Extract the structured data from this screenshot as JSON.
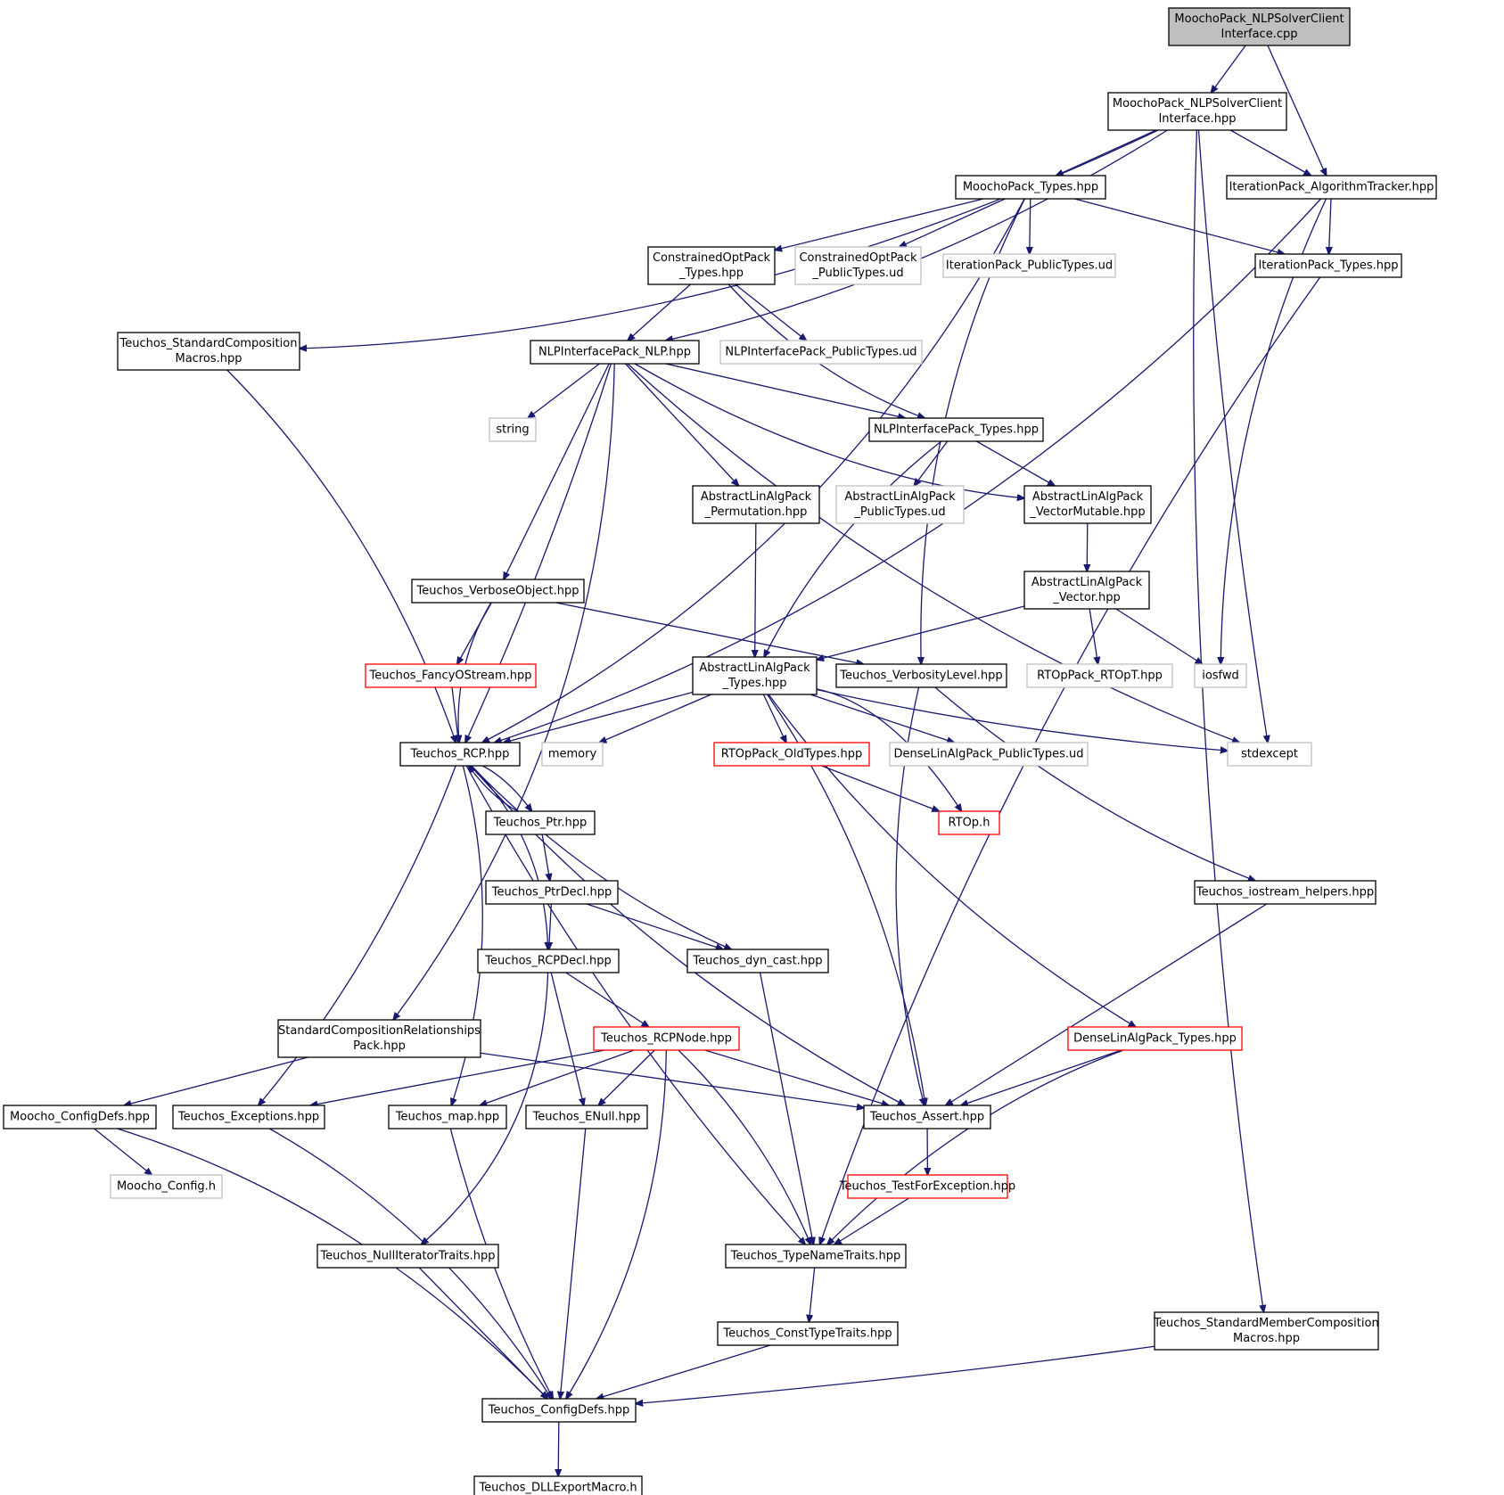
{
  "colors": {
    "edge": "#191970",
    "root_fill": "#bfbfbf",
    "node_border": "#000000",
    "missing_border": "#bfbfbf",
    "truncated_border": "#ff0000"
  },
  "nodes": [
    {
      "id": "n_root",
      "lines": [
        "MoochoPack_NLPSolverClient",
        "Interface.cpp"
      ],
      "type": "root"
    },
    {
      "id": "n_iface",
      "lines": [
        "MoochoPack_NLPSolverClient",
        "Interface.hpp"
      ],
      "type": "normal"
    },
    {
      "id": "n_mtypes",
      "lines": [
        "MoochoPack_Types.hpp"
      ],
      "type": "normal"
    },
    {
      "id": "n_algtracker",
      "lines": [
        "IterationPack_AlgorithmTracker.hpp"
      ],
      "type": "normal"
    },
    {
      "id": "n_cotypes",
      "lines": [
        "ConstrainedOptPack",
        "_Types.hpp"
      ],
      "type": "normal"
    },
    {
      "id": "n_copublic",
      "lines": [
        "ConstrainedOptPack",
        "_PublicTypes.ud"
      ],
      "type": "missing"
    },
    {
      "id": "n_ippublic",
      "lines": [
        "IterationPack_PublicTypes.ud"
      ],
      "type": "missing"
    },
    {
      "id": "n_iptypes",
      "lines": [
        "IterationPack_Types.hpp"
      ],
      "type": "normal"
    },
    {
      "id": "n_stdcomp",
      "lines": [
        "Teuchos_StandardComposition",
        "Macros.hpp"
      ],
      "type": "normal"
    },
    {
      "id": "n_nlp",
      "lines": [
        "NLPInterfacePack_NLP.hpp"
      ],
      "type": "normal"
    },
    {
      "id": "n_nlppublic",
      "lines": [
        "NLPInterfacePack_PublicTypes.ud"
      ],
      "type": "missing"
    },
    {
      "id": "n_string",
      "lines": [
        "string"
      ],
      "type": "missing"
    },
    {
      "id": "n_nlptypes",
      "lines": [
        "NLPInterfacePack_Types.hpp"
      ],
      "type": "normal"
    },
    {
      "id": "n_perm",
      "lines": [
        "AbstractLinAlgPack",
        "_Permutation.hpp"
      ],
      "type": "normal"
    },
    {
      "id": "n_alapublic",
      "lines": [
        "AbstractLinAlgPack",
        "_PublicTypes.ud"
      ],
      "type": "missing"
    },
    {
      "id": "n_vecmut",
      "lines": [
        "AbstractLinAlgPack",
        "_VectorMutable.hpp"
      ],
      "type": "normal"
    },
    {
      "id": "n_verbobj",
      "lines": [
        "Teuchos_VerboseObject.hpp"
      ],
      "type": "normal"
    },
    {
      "id": "n_vector",
      "lines": [
        "AbstractLinAlgPack",
        "_Vector.hpp"
      ],
      "type": "normal"
    },
    {
      "id": "n_fancy",
      "lines": [
        "Teuchos_FancyOStream.hpp"
      ],
      "type": "truncated"
    },
    {
      "id": "n_alatypes",
      "lines": [
        "AbstractLinAlgPack",
        "_Types.hpp"
      ],
      "type": "normal"
    },
    {
      "id": "n_verblevel",
      "lines": [
        "Teuchos_VerbosityLevel.hpp"
      ],
      "type": "normal"
    },
    {
      "id": "n_rtopt",
      "lines": [
        "RTOpPack_RTOpT.hpp"
      ],
      "type": "missing"
    },
    {
      "id": "n_iosfwd",
      "lines": [
        "iosfwd"
      ],
      "type": "missing"
    },
    {
      "id": "n_rcp",
      "lines": [
        "Teuchos_RCP.hpp"
      ],
      "type": "normal"
    },
    {
      "id": "n_memory",
      "lines": [
        "memory"
      ],
      "type": "missing"
    },
    {
      "id": "n_rtopold",
      "lines": [
        "RTOpPack_OldTypes.hpp"
      ],
      "type": "truncated"
    },
    {
      "id": "n_denselapublic",
      "lines": [
        "DenseLinAlgPack_PublicTypes.ud"
      ],
      "type": "missing"
    },
    {
      "id": "n_stdexcept",
      "lines": [
        "stdexcept"
      ],
      "type": "missing"
    },
    {
      "id": "n_ptr",
      "lines": [
        "Teuchos_Ptr.hpp"
      ],
      "type": "normal"
    },
    {
      "id": "n_rtoph",
      "lines": [
        "RTOp.h"
      ],
      "type": "truncated"
    },
    {
      "id": "n_ptrdecl",
      "lines": [
        "Teuchos_PtrDecl.hpp"
      ],
      "type": "normal"
    },
    {
      "id": "n_iohelpers",
      "lines": [
        "Teuchos_iostream_helpers.hpp"
      ],
      "type": "normal"
    },
    {
      "id": "n_rcpdecl",
      "lines": [
        "Teuchos_RCPDecl.hpp"
      ],
      "type": "normal"
    },
    {
      "id": "n_dyncast",
      "lines": [
        "Teuchos_dyn_cast.hpp"
      ],
      "type": "normal"
    },
    {
      "id": "n_scrpack",
      "lines": [
        "StandardCompositionRelationships",
        "Pack.hpp"
      ],
      "type": "normal"
    },
    {
      "id": "n_rcpnode",
      "lines": [
        "Teuchos_RCPNode.hpp"
      ],
      "type": "truncated"
    },
    {
      "id": "n_denselatypes",
      "lines": [
        "DenseLinAlgPack_Types.hpp"
      ],
      "type": "truncated"
    },
    {
      "id": "n_mconfigdefs",
      "lines": [
        "Moocho_ConfigDefs.hpp"
      ],
      "type": "normal"
    },
    {
      "id": "n_exceptions",
      "lines": [
        "Teuchos_Exceptions.hpp"
      ],
      "type": "normal"
    },
    {
      "id": "n_map",
      "lines": [
        "Teuchos_map.hpp"
      ],
      "type": "normal"
    },
    {
      "id": "n_enull",
      "lines": [
        "Teuchos_ENull.hpp"
      ],
      "type": "normal"
    },
    {
      "id": "n_assert",
      "lines": [
        "Teuchos_Assert.hpp"
      ],
      "type": "normal"
    },
    {
      "id": "n_mconfigh",
      "lines": [
        "Moocho_Config.h"
      ],
      "type": "missing"
    },
    {
      "id": "n_testforexc",
      "lines": [
        "Teuchos_TestForException.hpp"
      ],
      "type": "truncated"
    },
    {
      "id": "n_nulliter",
      "lines": [
        "Teuchos_NullIteratorTraits.hpp"
      ],
      "type": "normal"
    },
    {
      "id": "n_typename",
      "lines": [
        "Teuchos_TypeNameTraits.hpp"
      ],
      "type": "normal"
    },
    {
      "id": "n_stdmember",
      "lines": [
        "Teuchos_StandardMemberComposition",
        "Macros.hpp"
      ],
      "type": "normal"
    },
    {
      "id": "n_consttype",
      "lines": [
        "Teuchos_ConstTypeTraits.hpp"
      ],
      "type": "normal"
    },
    {
      "id": "n_configdefs",
      "lines": [
        "Teuchos_ConfigDefs.hpp"
      ],
      "type": "normal"
    },
    {
      "id": "n_dllexport",
      "lines": [
        "Teuchos_DLLExportMacro.h"
      ],
      "type": "normal"
    }
  ],
  "edges": [
    [
      "n_root",
      "n_iface"
    ],
    [
      "n_root",
      "n_algtracker"
    ],
    [
      "n_iface",
      "n_mtypes"
    ],
    [
      "n_iface",
      "n_algtracker"
    ],
    [
      "n_iface",
      "n_stdcomp"
    ],
    [
      "n_iface",
      "n_nlp"
    ],
    [
      "n_iface",
      "n_stdexcept"
    ],
    [
      "n_iface",
      "n_stdmember"
    ],
    [
      "n_mtypes",
      "n_cotypes"
    ],
    [
      "n_mtypes",
      "n_copublic"
    ],
    [
      "n_mtypes",
      "n_ippublic"
    ],
    [
      "n_mtypes",
      "n_iptypes"
    ],
    [
      "n_mtypes",
      "n_rcp"
    ],
    [
      "n_mtypes",
      "n_verblevel"
    ],
    [
      "n_algtracker",
      "n_iptypes"
    ],
    [
      "n_algtracker",
      "n_rcp"
    ],
    [
      "n_algtracker",
      "n_iosfwd"
    ],
    [
      "n_iptypes",
      "n_typename"
    ],
    [
      "n_cotypes",
      "n_nlp"
    ],
    [
      "n_cotypes",
      "n_nlppublic"
    ],
    [
      "n_cotypes",
      "n_nlptypes"
    ],
    [
      "n_stdcomp",
      "n_rcp"
    ],
    [
      "n_nlp",
      "n_string"
    ],
    [
      "n_nlp",
      "n_nlptypes"
    ],
    [
      "n_nlp",
      "n_perm"
    ],
    [
      "n_nlp",
      "n_vecmut"
    ],
    [
      "n_nlp",
      "n_verbobj"
    ],
    [
      "n_nlp",
      "n_rcp"
    ],
    [
      "n_nlp",
      "n_scrpack"
    ],
    [
      "n_nlp",
      "n_stdexcept"
    ],
    [
      "n_nlptypes",
      "n_alapublic"
    ],
    [
      "n_nlptypes",
      "n_vecmut"
    ],
    [
      "n_nlptypes",
      "n_alatypes"
    ],
    [
      "n_perm",
      "n_alatypes"
    ],
    [
      "n_vecmut",
      "n_vector"
    ],
    [
      "n_vector",
      "n_alatypes"
    ],
    [
      "n_vector",
      "n_rtopt"
    ],
    [
      "n_vector",
      "n_iosfwd"
    ],
    [
      "n_verbobj",
      "n_fancy"
    ],
    [
      "n_verbobj",
      "n_verblevel"
    ],
    [
      "n_verbobj",
      "n_rcp"
    ],
    [
      "n_fancy",
      "n_rcp"
    ],
    [
      "n_alatypes",
      "n_rcp"
    ],
    [
      "n_alatypes",
      "n_memory"
    ],
    [
      "n_alatypes",
      "n_rtopold"
    ],
    [
      "n_alatypes",
      "n_denselapublic"
    ],
    [
      "n_alatypes",
      "n_stdexcept"
    ],
    [
      "n_alatypes",
      "n_rtoph"
    ],
    [
      "n_alatypes",
      "n_assert"
    ],
    [
      "n_alatypes",
      "n_denselatypes"
    ],
    [
      "n_verblevel",
      "n_iohelpers"
    ],
    [
      "n_verblevel",
      "n_assert"
    ],
    [
      "n_rtopold",
      "n_rtoph"
    ],
    [
      "n_rcp",
      "n_ptr"
    ],
    [
      "n_ptr",
      "n_rcp"
    ],
    [
      "n_rcp",
      "n_rcpdecl"
    ],
    [
      "n_rcp",
      "n_dyncast"
    ],
    [
      "n_rcp",
      "n_exceptions"
    ],
    [
      "n_rcp",
      "n_map"
    ],
    [
      "n_rcp",
      "n_assert"
    ],
    [
      "n_rcp",
      "n_typename"
    ],
    [
      "n_ptr",
      "n_ptrdecl"
    ],
    [
      "n_ptrdecl",
      "n_rcpdecl"
    ],
    [
      "n_ptrdecl",
      "n_dyncast"
    ],
    [
      "n_iohelpers",
      "n_assert"
    ],
    [
      "n_rcpdecl",
      "n_rcpnode"
    ],
    [
      "n_rcpdecl",
      "n_enull"
    ],
    [
      "n_rcpdecl",
      "n_nulliter"
    ],
    [
      "n_dyncast",
      "n_typename"
    ],
    [
      "n_scrpack",
      "n_mconfigdefs"
    ],
    [
      "n_scrpack",
      "n_assert"
    ],
    [
      "n_rcpnode",
      "n_exceptions"
    ],
    [
      "n_rcpnode",
      "n_map"
    ],
    [
      "n_rcpnode",
      "n_enull"
    ],
    [
      "n_rcpnode",
      "n_assert"
    ],
    [
      "n_rcpnode",
      "n_typename"
    ],
    [
      "n_rcpnode",
      "n_configdefs"
    ],
    [
      "n_denselatypes",
      "n_assert"
    ],
    [
      "n_denselatypes",
      "n_typename"
    ],
    [
      "n_mconfigdefs",
      "n_mconfigh"
    ],
    [
      "n_mconfigdefs",
      "n_configdefs"
    ],
    [
      "n_exceptions",
      "n_configdefs"
    ],
    [
      "n_map",
      "n_configdefs"
    ],
    [
      "n_enull",
      "n_configdefs"
    ],
    [
      "n_assert",
      "n_testforexc"
    ],
    [
      "n_testforexc",
      "n_typename"
    ],
    [
      "n_nulliter",
      "n_configdefs"
    ],
    [
      "n_typename",
      "n_consttype"
    ],
    [
      "n_consttype",
      "n_configdefs"
    ],
    [
      "n_stdmember",
      "n_configdefs"
    ],
    [
      "n_configdefs",
      "n_dllexport"
    ]
  ]
}
